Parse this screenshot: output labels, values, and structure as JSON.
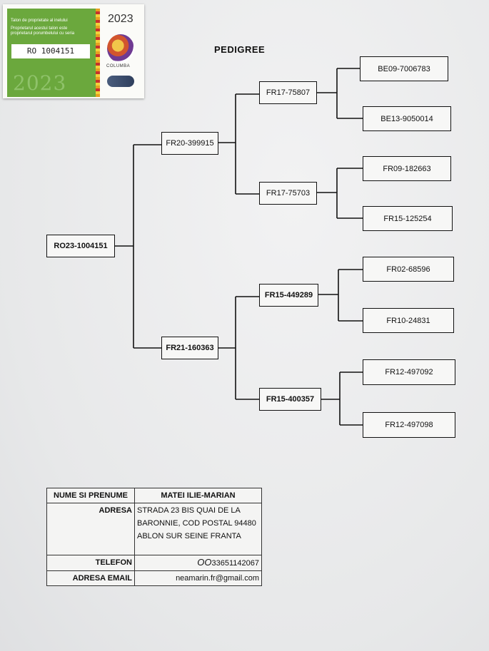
{
  "sticker": {
    "line1": "Talon de proprietate al inelului",
    "line2": "Proprietarul acestui talon este",
    "line3": "proprietarul porumbelului cu seria",
    "serial": "RO 1004151",
    "year_big": "2023",
    "year_right": "2023",
    "brand": "COLUMBA"
  },
  "title": "PEDIGREE",
  "pedigree": {
    "subject": "RO23-1004151",
    "sire": "FR20-399915",
    "dam": "FR21-160363",
    "sire_sire": "FR17-75807",
    "sire_dam": "FR17-75703",
    "dam_sire": "FR15-449289",
    "dam_dam": "FR15-400357",
    "g3": [
      "BE09-7006783",
      "BE13-9050014",
      "FR09-182663",
      "FR15-125254",
      "FR02-68596",
      "FR10-24831",
      "FR12-497092",
      "FR12-497098"
    ]
  },
  "owner": {
    "name_label": "NUME SI PRENUME",
    "name_value": "MATEI ILIE-MARIAN",
    "address_label": "ADRESA",
    "address_lines": [
      "STRADA 23 BIS QUAI DE LA",
      "BARONNIE, COD POSTAL 94480",
      "ABLON SUR SEINE FRANTA"
    ],
    "phone_label": "TELEFON",
    "phone_prefix": "OO",
    "phone_value": "33651142067",
    "email_label": "ADRESA EMAIL",
    "email_value": "neamarin.fr@gmail.com"
  }
}
